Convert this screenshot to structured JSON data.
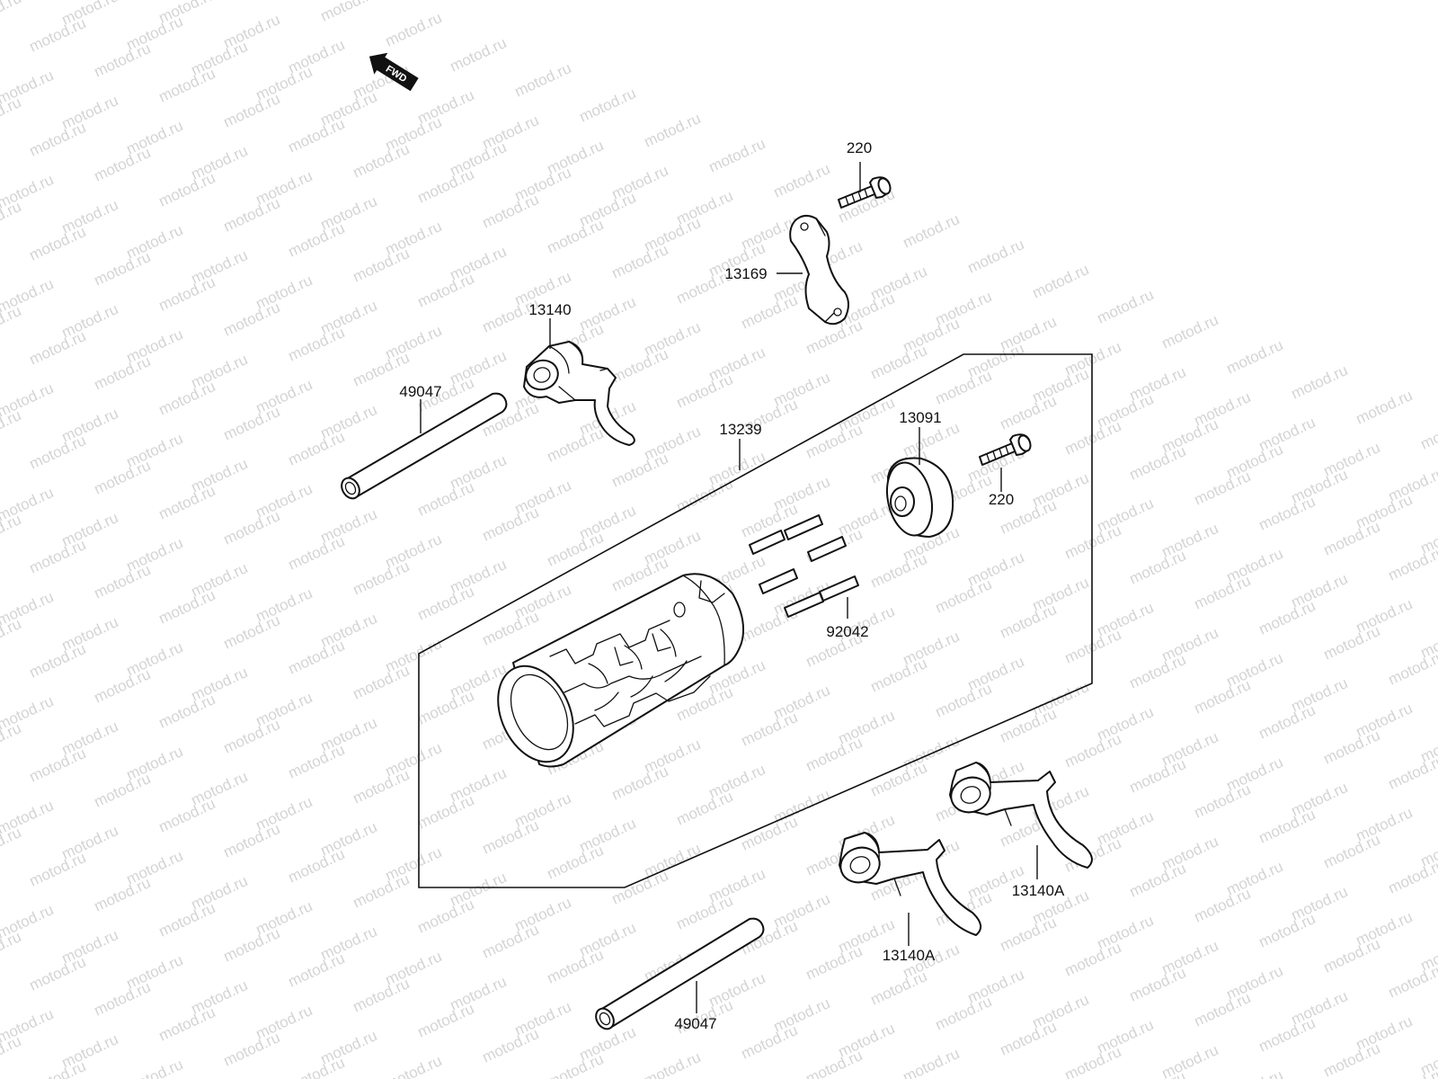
{
  "watermark": {
    "text": "motod.ru",
    "color": "#d4d4d4"
  },
  "direction_marker": {
    "text": "FWD",
    "icon": "fwd-arrow-icon"
  },
  "parts": [
    {
      "id": "p220a",
      "number": "220",
      "name": "bolt"
    },
    {
      "id": "p13169",
      "number": "13169",
      "name": "holder"
    },
    {
      "id": "p13140",
      "number": "13140",
      "name": "shift-fork"
    },
    {
      "id": "p49047a",
      "number": "49047",
      "name": "shift-rod"
    },
    {
      "id": "p13239",
      "number": "13239",
      "name": "shift-drum-assembly"
    },
    {
      "id": "p13091",
      "number": "13091",
      "name": "drum-plate"
    },
    {
      "id": "p220b",
      "number": "220",
      "name": "bolt"
    },
    {
      "id": "p92042",
      "number": "92042",
      "name": "pins"
    },
    {
      "id": "p13140a1",
      "number": "13140A",
      "name": "shift-fork"
    },
    {
      "id": "p13140a2",
      "number": "13140A",
      "name": "shift-fork"
    },
    {
      "id": "p49047b",
      "number": "49047",
      "name": "shift-rod"
    }
  ]
}
